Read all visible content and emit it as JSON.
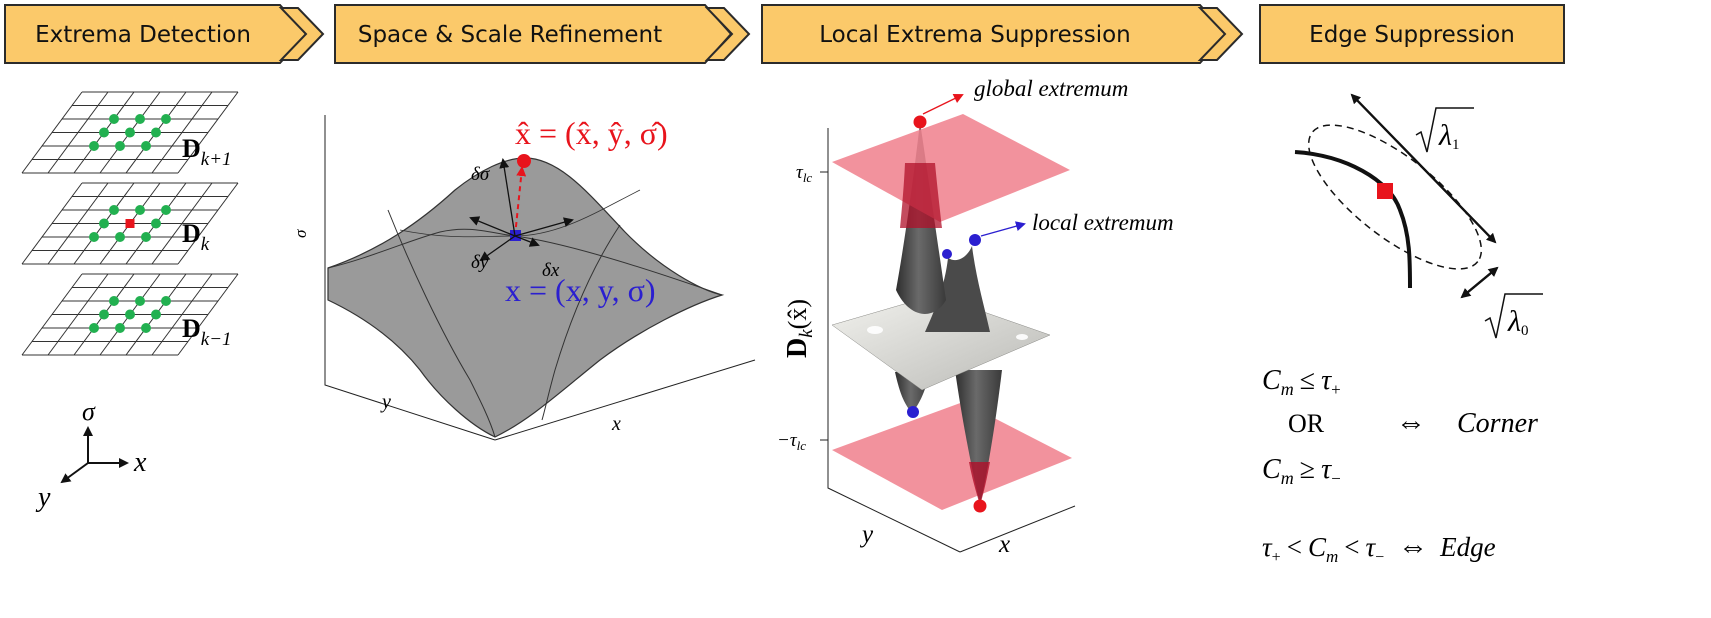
{
  "stages": [
    {
      "label": "Extrema Detection"
    },
    {
      "label": "Space & Scale Refinement"
    },
    {
      "label": "Local Extrema Suppression"
    },
    {
      "label": "Edge Suppression"
    }
  ],
  "colors": {
    "banner_fill": "#fbc96a",
    "banner_stroke": "#2b2b2b",
    "grid_dot": "#22b050",
    "center_dot": "#e8141c",
    "surface": "#9a9a9a",
    "extremum_red": "#e8141c",
    "extremum_blue": "#2b1fd0",
    "plane_fill": "#f07f8c",
    "marker_red": "#e8141c"
  },
  "panel1": {
    "scale_labels": {
      "top_base": "D",
      "top_sub": "k+1",
      "mid_base": "D",
      "mid_sub": "k",
      "bot_base": "D",
      "bot_sub": "k−1"
    },
    "axes": {
      "sigma": "σ",
      "x": "x",
      "y": "y"
    }
  },
  "panel2": {
    "refined_point": "x̂ = (x̂, ŷ, σ̂)",
    "initial_point": "x = (x, y, σ)",
    "delta_sigma": "δσ",
    "delta_y": "δy",
    "delta_x": "δx",
    "axis_sigma": "σ",
    "axis_x": "x",
    "axis_y": "y"
  },
  "panel3": {
    "global_label": "global extremum",
    "local_label": "local extremum",
    "tau_pos": "τ",
    "tau_neg": "−τ",
    "tau_sub": "lc",
    "z_label_base": "D",
    "z_label_sub": "k",
    "z_label_arg": "(x̂)",
    "axis_x": "x",
    "axis_y": "y"
  },
  "panel4": {
    "lambda1": "λ",
    "lambda1_sub": "1",
    "lambda0": "λ",
    "lambda0_sub": "0",
    "cond1_C": "C",
    "cond1_sub": "m",
    "cond1_rel": "≤",
    "cond1_tau": "τ",
    "cond1_tau_sub": "+",
    "or_label": "OR",
    "cond2_C": "C",
    "cond2_sub": "m",
    "cond2_rel": "≥",
    "cond2_tau": "τ",
    "cond2_tau_sub": "−",
    "iff1": "⇔",
    "corner_label": "Corner",
    "edge_tau_left": "τ",
    "edge_tau_left_sub": "+",
    "edge_lt1": "<",
    "edge_C": "C",
    "edge_C_sub": "m",
    "edge_lt2": "<",
    "edge_tau_right": "τ",
    "edge_tau_right_sub": "−",
    "iff2": "⇔",
    "edge_label": "Edge"
  }
}
